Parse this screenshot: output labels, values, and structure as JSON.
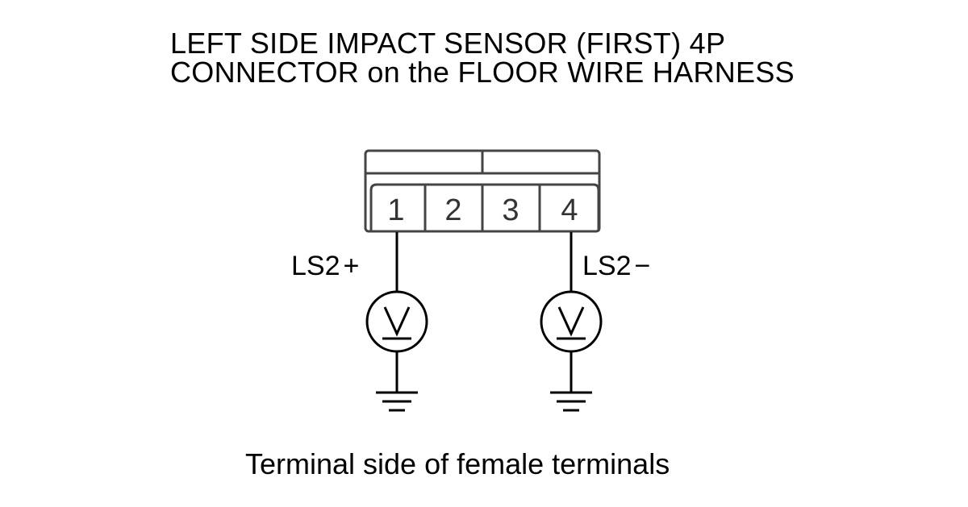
{
  "title": {
    "line1": "LEFT SIDE IMPACT SENSOR (FIRST) 4P",
    "line2": "CONNECTOR on the FLOOR WIRE HARNESS"
  },
  "connector": {
    "pins": [
      "1",
      "2",
      "3",
      "4"
    ]
  },
  "probes": {
    "positive": {
      "label": "LS2",
      "sign": "+",
      "pin": "1",
      "meter": "voltmeter-icon"
    },
    "negative": {
      "label": "LS2",
      "sign": "−",
      "pin": "4",
      "meter": "voltmeter-icon"
    }
  },
  "caption": "Terminal side of female terminals",
  "colors": {
    "line": "#000000",
    "connector_outline": "#444444"
  }
}
